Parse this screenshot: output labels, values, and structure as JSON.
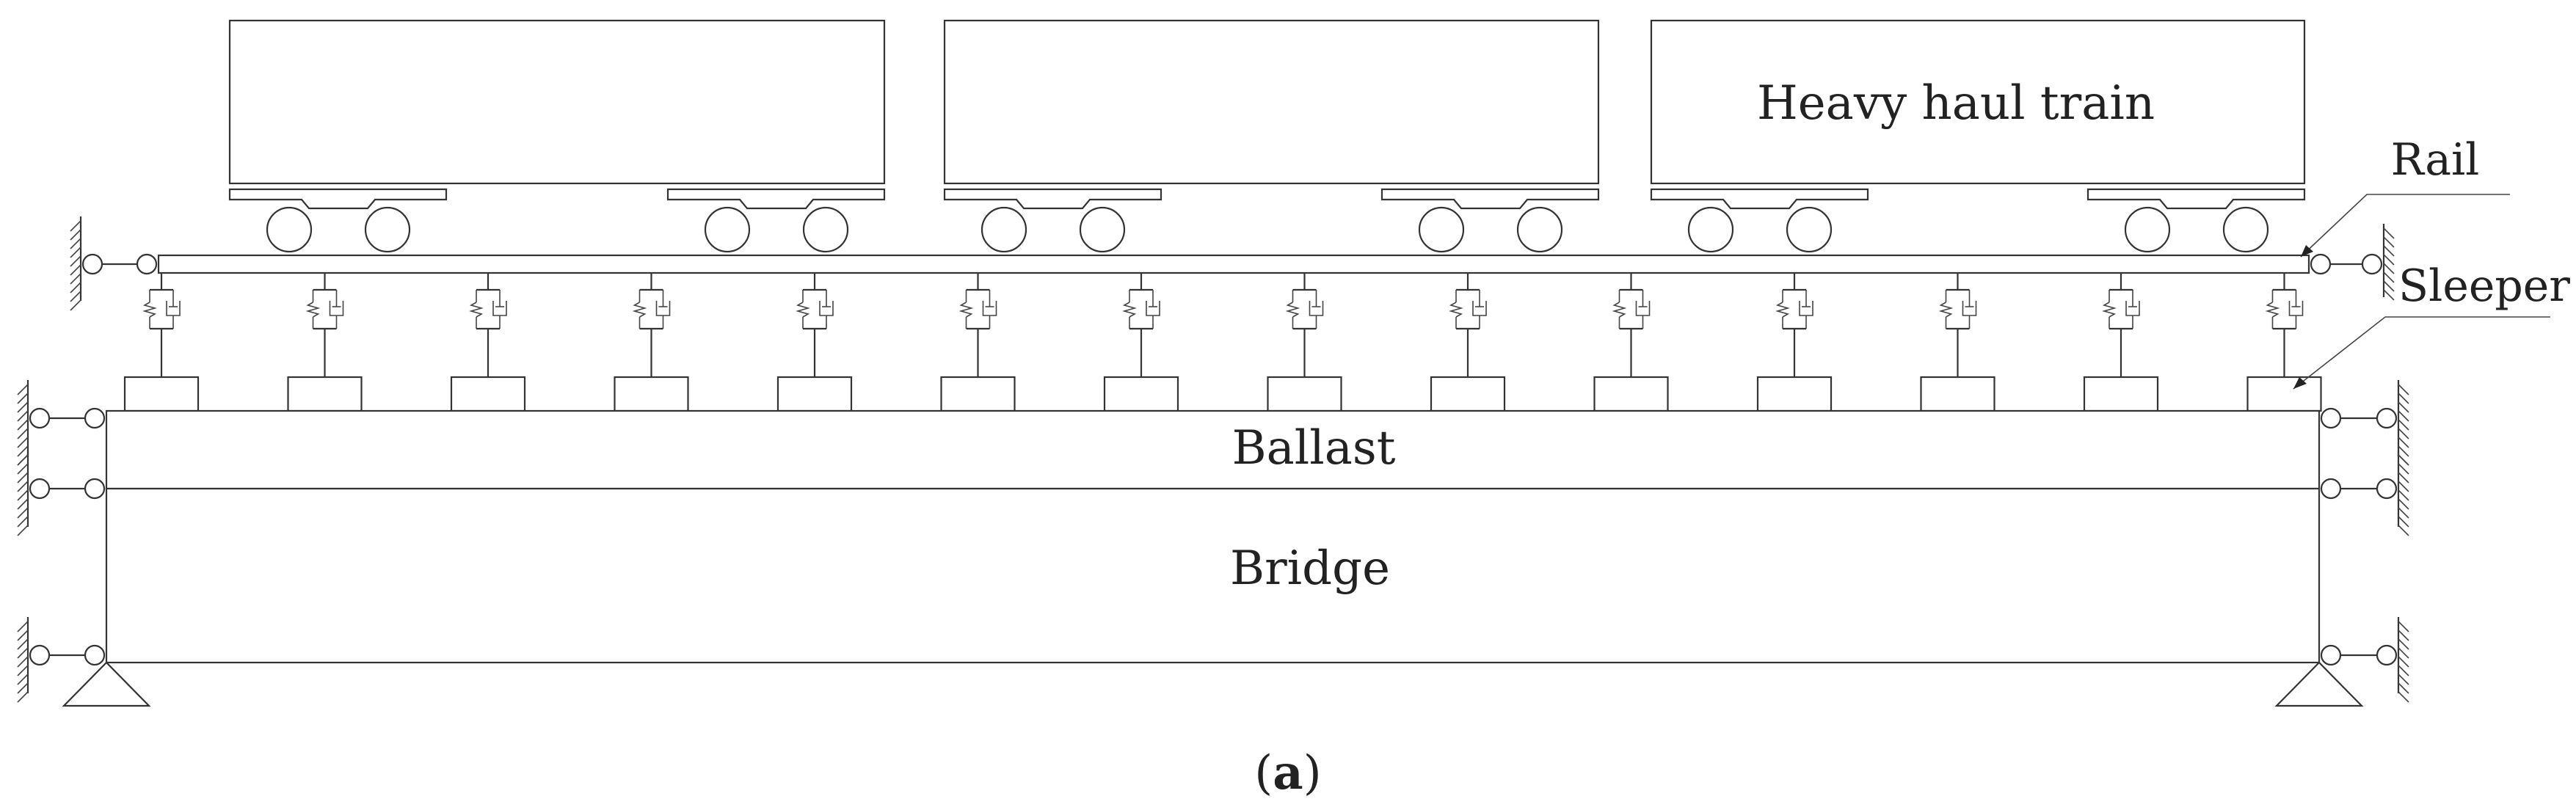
{
  "labels": {
    "train": "Heavy haul train",
    "rail": "Rail",
    "sleeper": "Sleeper",
    "ballast": "Ballast",
    "bridge": "Bridge",
    "caption_open": "(",
    "caption_letter": "a",
    "caption_close": ")"
  },
  "colors": {
    "line": "#333333",
    "text": "#222222",
    "background": "#ffffff"
  },
  "structure": {
    "car_count": 3,
    "wheels_per_car": 4,
    "fastener_count": 14,
    "sleeper_count": 14,
    "support_types": [
      "roller-spring-left",
      "roller-spring-right",
      "pin-support"
    ]
  }
}
